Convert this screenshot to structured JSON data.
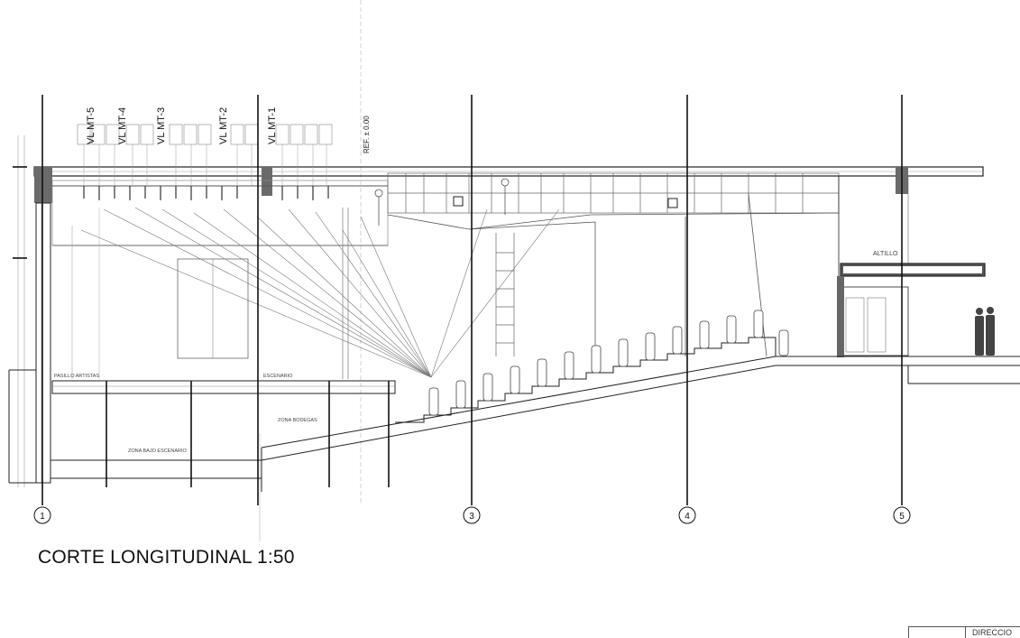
{
  "title": "CORTE LONGITUDINAL 1:50",
  "grid_axes": [
    {
      "label": "1"
    },
    {
      "label": "3"
    },
    {
      "label": "4"
    },
    {
      "label": "5"
    }
  ],
  "lighting_groups": [
    {
      "label": "VL MT-5"
    },
    {
      "label": "VL MT-4"
    },
    {
      "label": "VL MT-3"
    },
    {
      "label": "VL MT-2"
    },
    {
      "label": "VL MT-1"
    }
  ],
  "level_reference": "REF. ± 0.00",
  "room_labels": {
    "altillo": "ALTILLO",
    "pasillo_artistas": "PASILLO ARTISTAS",
    "escenario": "ESCENARIO",
    "zona_bodegas": "ZONA BODEGAS",
    "zona_bajo_escenario": "ZONA BAJO ESCENARIO"
  },
  "titleblock": {
    "label": "DIRECCIO"
  },
  "colors": {
    "line": "#222222",
    "light_line": "#9a9a9a",
    "fill_dark": "#555555"
  }
}
